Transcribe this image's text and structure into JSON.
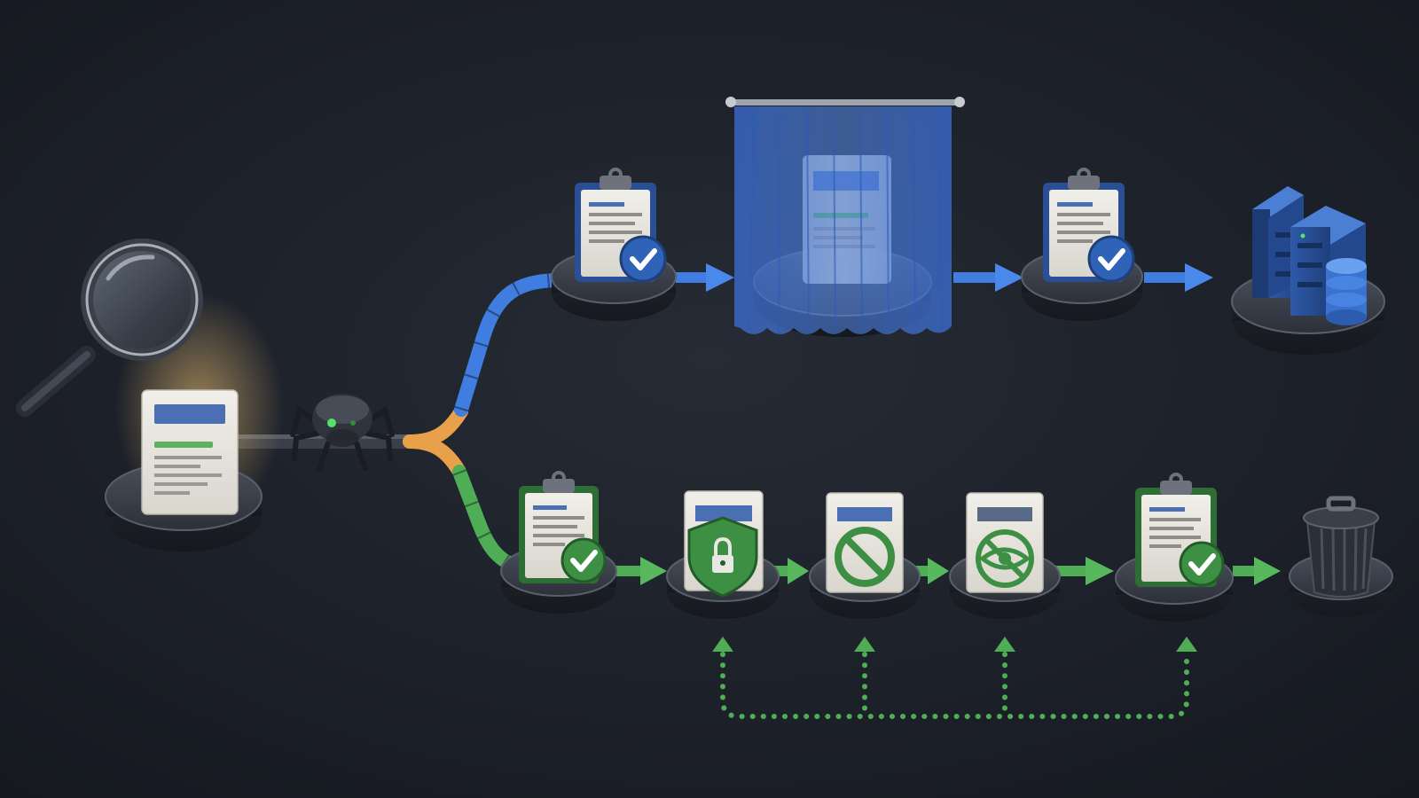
{
  "diagram": {
    "source": {
      "name": "document",
      "inspector": "magnifying-glass-icon",
      "crawler": "spider-bot-icon"
    },
    "branches": [
      {
        "name": "indexed-path",
        "color": "#3f7de0",
        "stages": [
          "approved-clipboard",
          "curtain-hidden-page",
          "approved-clipboard",
          "database-servers"
        ]
      },
      {
        "name": "blocked-path",
        "color": "#4fae55",
        "stages": [
          "approved-clipboard",
          "shield-lock-page",
          "no-entry-page",
          "hidden-eye-page",
          "approved-clipboard",
          "trash-bin"
        ],
        "feedback_to": [
          "shield-lock-page",
          "no-entry-page",
          "hidden-eye-page",
          "approved-clipboard"
        ]
      }
    ],
    "colors": {
      "background": "#1c2029",
      "blue": "#3f7de0",
      "green": "#4fae55",
      "orange": "#f0a94a",
      "check_blue": "#2f63b8",
      "check_green": "#3c8f43"
    }
  }
}
